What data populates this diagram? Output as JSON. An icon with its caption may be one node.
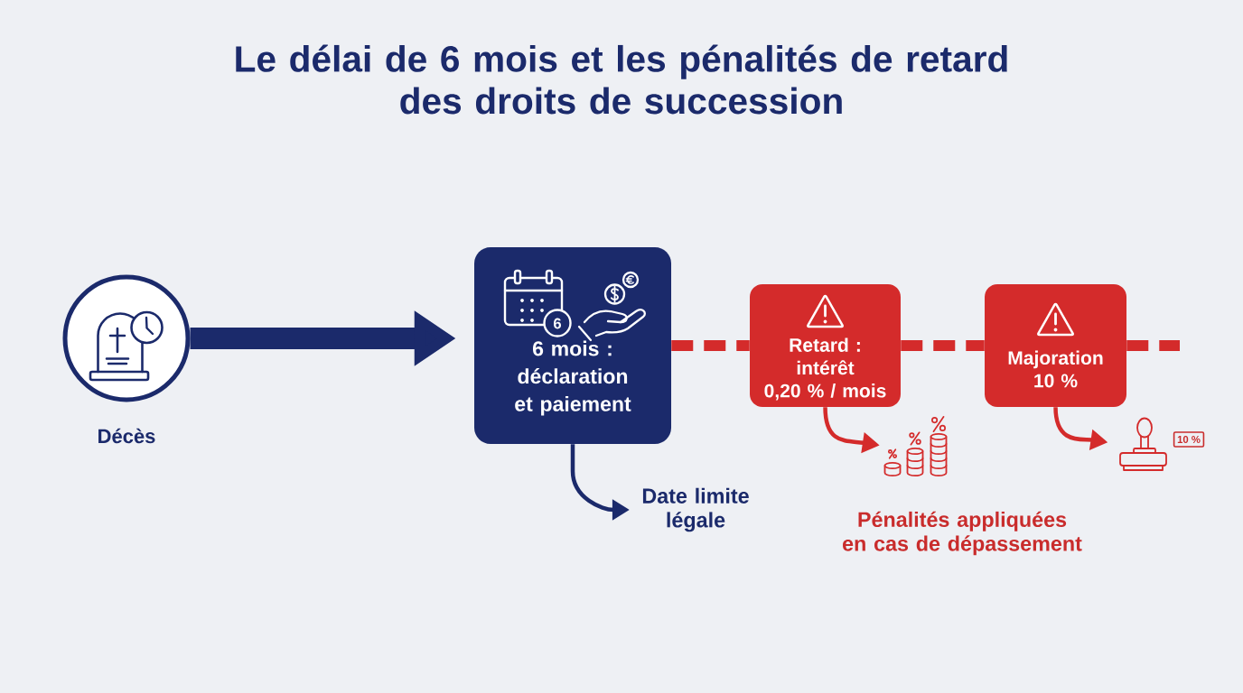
{
  "diagram": {
    "title": "Le délai de 6 mois et les pénalités de retard des droits de succession",
    "nodes": [
      {
        "text": [],
        "shape": "circle",
        "beside": [
          "Décès"
        ]
      },
      {
        "text": [
          "6 mois : déclaration et paiement"
        ]
      },
      {
        "text": [
          "Date limite légale"
        ]
      },
      {
        "text": [
          "Retard : intérêt 0,20 % / mois"
        ]
      },
      {
        "text": [
          "Majoration 10 %"
        ]
      },
      {
        "text": [],
        "shape": "picture"
      },
      {
        "text": [],
        "shape": "picture",
        "beside": [
          "10 %"
        ]
      }
    ],
    "edges": [
      {
        "from": 0,
        "to": 1,
        "arrow": "to",
        "style": "thick",
        "color": "#1b2a6b"
      },
      {
        "from": 1,
        "to": 2,
        "arrow": "to",
        "color": "#1b2a6b"
      },
      {
        "from": 1,
        "to": 3,
        "arrow": "none",
        "style": "dashed"
      },
      {
        "from": 3,
        "to": 4,
        "arrow": "none",
        "style": "dashed"
      },
      {
        "from": 4,
        "to": null,
        "arrow": "none",
        "style": "dashed"
      },
      {
        "from": 3,
        "to": 5,
        "arrow": "to"
      },
      {
        "from": 4,
        "to": 6,
        "arrow": "to"
      }
    ],
    "labels": [
      "6",
      "Pénalités appliquées en cas de dépassement"
    ]
  }
}
